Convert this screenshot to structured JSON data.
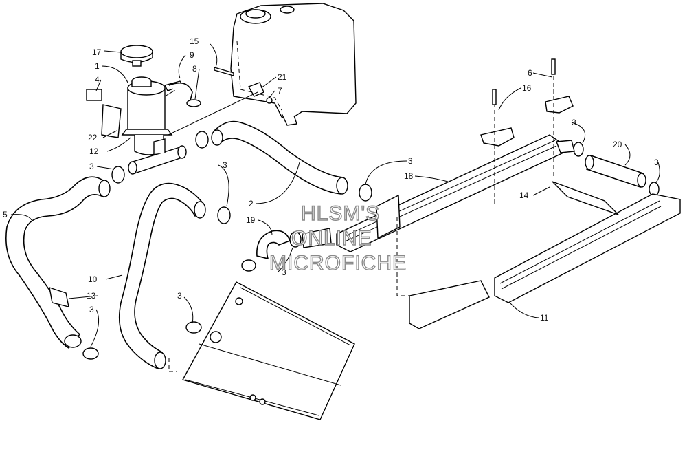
{
  "callouts": [
    {
      "id": "c17",
      "text": "17"
    },
    {
      "id": "c1",
      "text": "1"
    },
    {
      "id": "c4",
      "text": "4"
    },
    {
      "id": "c22",
      "text": "22"
    },
    {
      "id": "c12",
      "text": "12"
    },
    {
      "id": "c3a",
      "text": "3"
    },
    {
      "id": "c9",
      "text": "9"
    },
    {
      "id": "c8",
      "text": "8"
    },
    {
      "id": "c15",
      "text": "15"
    },
    {
      "id": "c21",
      "text": "21"
    },
    {
      "id": "c7",
      "text": "7"
    },
    {
      "id": "c3b",
      "text": "3"
    },
    {
      "id": "c2",
      "text": "2"
    },
    {
      "id": "c5",
      "text": "5"
    },
    {
      "id": "c10",
      "text": "10"
    },
    {
      "id": "c13",
      "text": "13"
    },
    {
      "id": "c3c",
      "text": "3"
    },
    {
      "id": "c3d",
      "text": "3"
    },
    {
      "id": "c19",
      "text": "19"
    },
    {
      "id": "c3e",
      "text": "3"
    },
    {
      "id": "c3f",
      "text": "3"
    },
    {
      "id": "c18",
      "text": "18"
    },
    {
      "id": "c16",
      "text": "16"
    },
    {
      "id": "c6",
      "text": "6"
    },
    {
      "id": "c3g",
      "text": "3"
    },
    {
      "id": "c20",
      "text": "20"
    },
    {
      "id": "c3h",
      "text": "3"
    },
    {
      "id": "c14",
      "text": "14"
    },
    {
      "id": "c11",
      "text": "11"
    }
  ],
  "watermark": {
    "line1": "HLSM'S",
    "line2": "ONLINE",
    "line3": "MICROFICHE"
  }
}
